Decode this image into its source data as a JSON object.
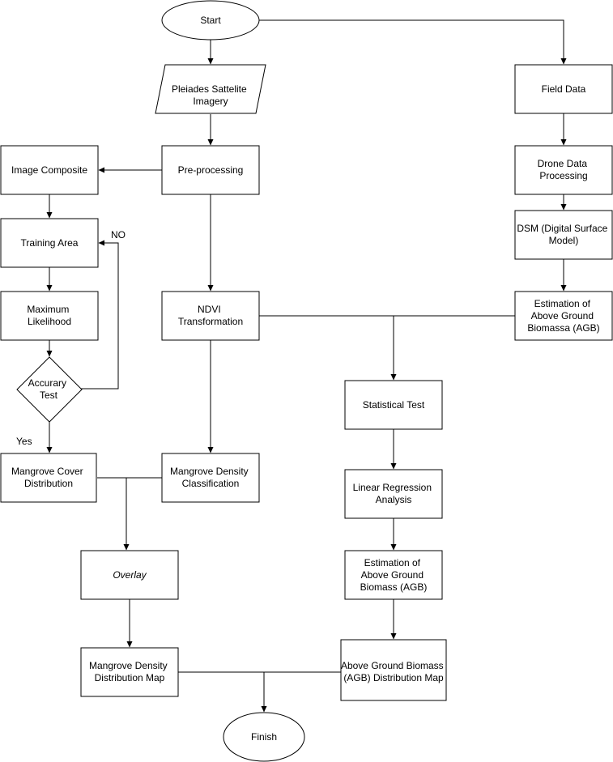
{
  "diagram": {
    "nodes": {
      "start": {
        "lines": [
          "Start"
        ]
      },
      "pleiades": {
        "lines": [
          "Pleiades Sattelite",
          "Imagery"
        ]
      },
      "field_data": {
        "lines": [
          "Field Data"
        ]
      },
      "image_composite": {
        "lines": [
          "Image Composite"
        ]
      },
      "pre_processing": {
        "lines": [
          "Pre-processing"
        ]
      },
      "drone_data": {
        "lines": [
          "Drone Data",
          "Processing"
        ]
      },
      "training_area": {
        "lines": [
          "Training Area"
        ]
      },
      "dsm": {
        "lines": [
          "DSM (Digital Surface",
          "Model)"
        ]
      },
      "maximum_likelihood": {
        "lines": [
          "Maximum",
          "Likelihood"
        ]
      },
      "ndvi": {
        "lines": [
          "NDVI",
          "Transformation"
        ]
      },
      "estimation_agb_top": {
        "lines": [
          "Estimation of",
          "Above Ground",
          "Biomassa (AGB)"
        ]
      },
      "accuracy_test": {
        "lines": [
          "Accurary",
          "Test"
        ]
      },
      "statistical_test": {
        "lines": [
          "Statistical Test"
        ]
      },
      "mangrove_cover": {
        "lines": [
          "Mangrove Cover",
          "Distribution"
        ]
      },
      "mangrove_density_class": {
        "lines": [
          "Mangrove Density",
          "Classification"
        ]
      },
      "linear_regression": {
        "lines": [
          "Linear Regression",
          "Analysis"
        ]
      },
      "overlay": {
        "lines": [
          "Overlay"
        ]
      },
      "estimation_agb_bottom": {
        "lines": [
          "Estimation of",
          "Above Ground",
          "Biomass (AGB)"
        ]
      },
      "mangrove_density_map": {
        "lines": [
          "Mangrove Density",
          "Distribution Map"
        ]
      },
      "agb_map": {
        "lines": [
          "Above Ground Biomass",
          "(AGB) Distribution Map"
        ]
      },
      "finish": {
        "lines": [
          "Finish"
        ]
      }
    },
    "edge_labels": {
      "no": "NO",
      "yes": "Yes"
    }
  }
}
